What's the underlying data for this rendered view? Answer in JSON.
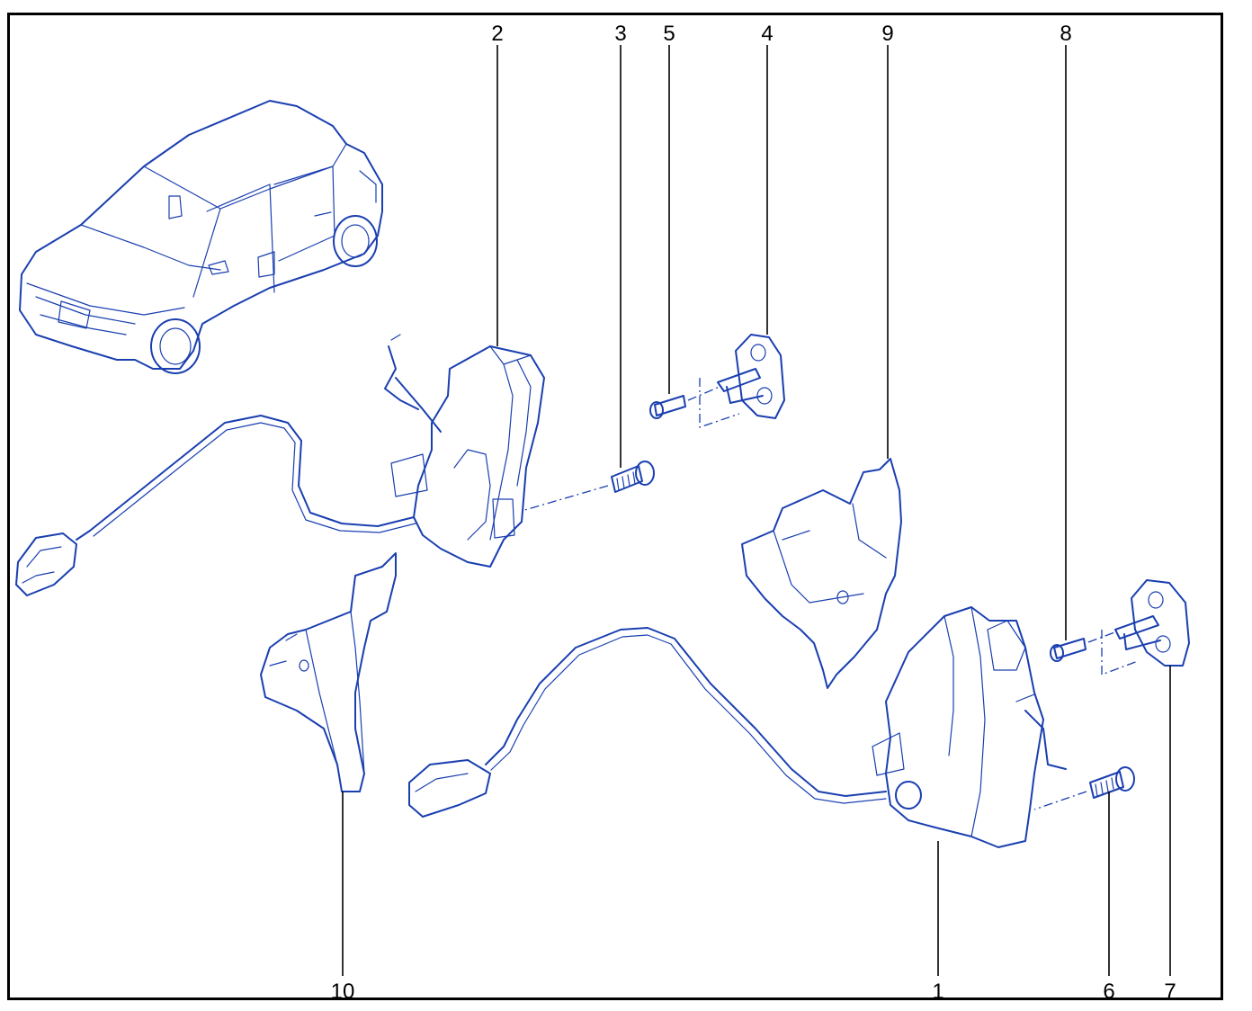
{
  "callouts": [
    {
      "id": "2",
      "label": "2"
    },
    {
      "id": "3",
      "label": "3"
    },
    {
      "id": "5",
      "label": "5"
    },
    {
      "id": "4",
      "label": "4"
    },
    {
      "id": "9",
      "label": "9"
    },
    {
      "id": "8",
      "label": "8"
    },
    {
      "id": "10",
      "label": "10"
    },
    {
      "id": "1",
      "label": "1"
    },
    {
      "id": "6",
      "label": "6"
    },
    {
      "id": "7",
      "label": "7"
    }
  ],
  "colors": {
    "line": "#1a3fb0",
    "label": "#000000",
    "frame": "#000000"
  }
}
